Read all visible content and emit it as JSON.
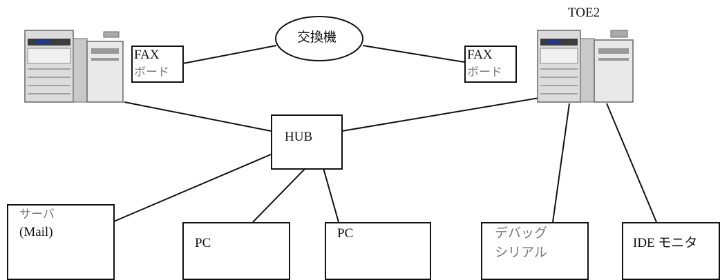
{
  "diagram": {
    "switch_label": "交換機",
    "device_right_label": "TOE2",
    "fax_left": {
      "line1": "FAX",
      "line2": "ボード"
    },
    "fax_right": {
      "line1": "FAX",
      "line2": "ボード"
    },
    "hub_label": "HUB",
    "server": {
      "line1": "サーバ",
      "line2": "(Mail)"
    },
    "pc1_label": "PC",
    "pc2_label": "PC",
    "debug": {
      "line1": "デバッグ",
      "line2": "シリアル"
    },
    "ide_label": "IDE モニタ"
  }
}
